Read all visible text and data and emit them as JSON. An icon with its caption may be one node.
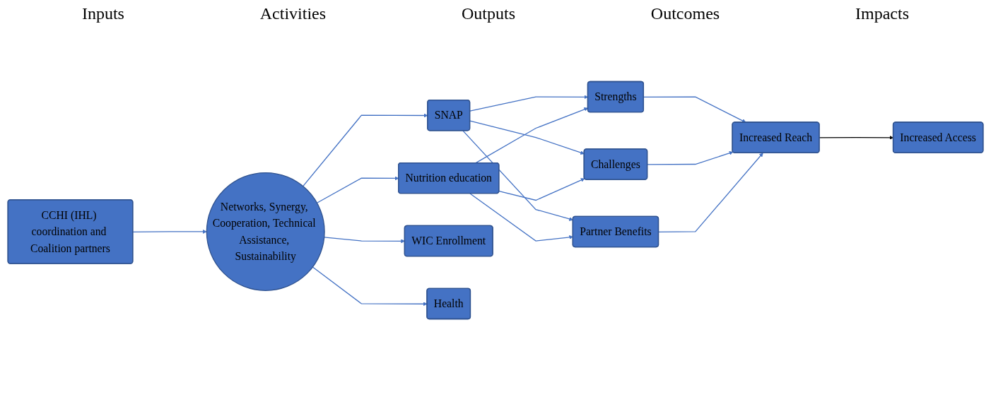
{
  "diagram": {
    "nodes": [
      {
        "text": [
          "Networks, Synergy, Cooperation, Technical Assistance, Sustainability"
        ]
      },
      {
        "text": [
          "CCHI (IHL) coordination and Coalition partners"
        ]
      },
      {
        "text": [
          "SNAP"
        ]
      },
      {
        "text": [
          "WIC Enrollment"
        ]
      },
      {
        "text": [
          "Health"
        ]
      },
      {
        "text": [
          "Nutrition education"
        ]
      },
      {
        "text": [
          "Strengths"
        ]
      },
      {
        "text": [
          "Challenges"
        ]
      },
      {
        "text": [
          "Partner Benefits"
        ]
      },
      {
        "text": [
          "Increased Reach"
        ]
      },
      {
        "text": [
          "Increased Access"
        ]
      }
    ],
    "edges": [
      {
        "from": 1,
        "to": 0,
        "arrow": "to"
      },
      {
        "from": 0,
        "to": 2,
        "arrow": "to"
      },
      {
        "from": 0,
        "to": 3,
        "arrow": "to"
      },
      {
        "from": 0,
        "to": 4,
        "arrow": "to"
      },
      {
        "from": 0,
        "to": 5,
        "arrow": "to"
      },
      {
        "from": 2,
        "to": 6,
        "arrow": "to"
      },
      {
        "from": 2,
        "to": 7,
        "arrow": "to"
      },
      {
        "from": 2,
        "to": 8,
        "arrow": "to"
      },
      {
        "from": 5,
        "to": 6,
        "arrow": "to"
      },
      {
        "from": 5,
        "to": 7,
        "arrow": "to"
      },
      {
        "from": 5,
        "to": 8,
        "arrow": "to"
      },
      {
        "from": 6,
        "to": 9,
        "arrow": "to"
      },
      {
        "from": 7,
        "to": 9,
        "arrow": "to"
      },
      {
        "from": 8,
        "to": 9,
        "arrow": "to"
      },
      {
        "from": 9,
        "to": 10,
        "arrow": "to",
        "color": "#000000"
      }
    ],
    "labels": [
      "Inputs",
      "Activities",
      "Outputs",
      "Outcomes",
      "Impacts"
    ]
  }
}
